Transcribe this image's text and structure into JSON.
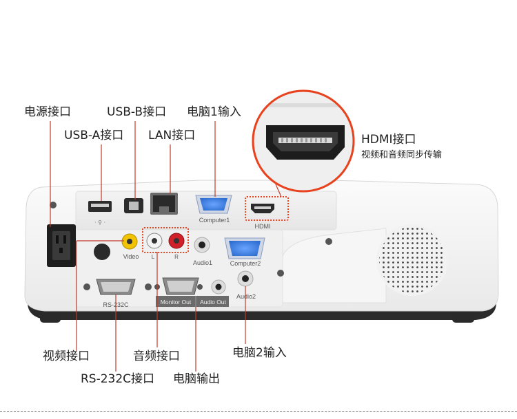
{
  "labels": {
    "power": "电源接口",
    "usb_b": "USB-B接口",
    "computer1_in": "电脑1输入",
    "usb_a": "USB-A接口",
    "lan": "LAN接口",
    "hdmi_title": "HDMI接口",
    "hdmi_desc": "视频和音频同步传输",
    "video": "视频接口",
    "audio": "音频接口",
    "computer2_in": "电脑2输入",
    "rs232c": "RS-232C接口",
    "computer_out": "电脑输出"
  },
  "port_text": {
    "computer1": "Computer1",
    "hdmi": "HDMI",
    "video": "Video",
    "left": "L",
    "right": "R",
    "audio1": "Audio1",
    "computer2": "Computer2",
    "audio2": "Audio2",
    "rs232c": "RS-232C",
    "monitor_out": "Monitor Out",
    "audio_out": "Audio Out"
  },
  "colors": {
    "accent": "#e8431f",
    "leader": "#c0392b",
    "vga_blue": "#2f6fd0",
    "rca_yellow": "#f2c300",
    "rca_white": "#f4f4f4",
    "rca_red": "#d0212b"
  }
}
